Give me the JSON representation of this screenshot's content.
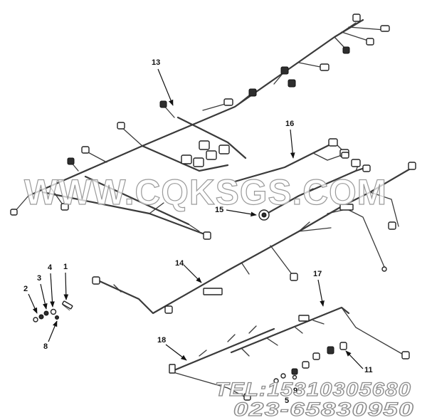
{
  "callouts": {
    "c1": "1",
    "c2": "2",
    "c3": "3",
    "c4": "4",
    "c5": "5",
    "c8": "8",
    "c9": "9",
    "c11": "11",
    "c13": "13",
    "c14": "14",
    "c15": "15",
    "c16": "16",
    "c17": "17",
    "c18": "18"
  },
  "watermark": {
    "site": "WWW.CQKSGS.COM",
    "tel": "TEL:15310305680",
    "phone2": "023-65830950"
  },
  "colors": {
    "line": "#3a3a3a",
    "watermark_stroke": "#9a9a9a"
  }
}
